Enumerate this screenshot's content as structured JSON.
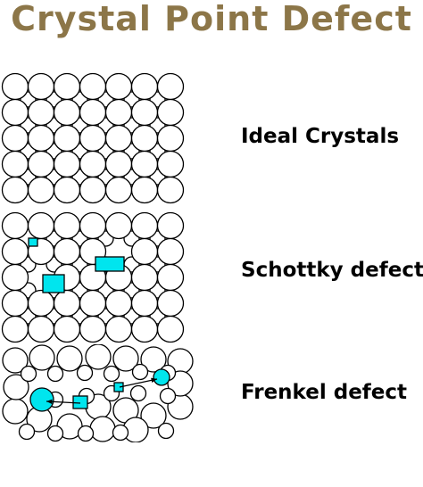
{
  "title": "Crystal Point Defect",
  "colors": {
    "title": "#8c7648",
    "atom_stroke": "#000000",
    "atom_fill": "#ffffff",
    "defect_fill": "#00e5ee",
    "label": "#000000"
  },
  "panels": [
    {
      "label": "Ideal Crystals",
      "defect": "none"
    },
    {
      "label": "Schottky defect",
      "defect": "vacancies"
    },
    {
      "label": "Frenkel defect",
      "defect": "interstitial-displacement"
    }
  ]
}
